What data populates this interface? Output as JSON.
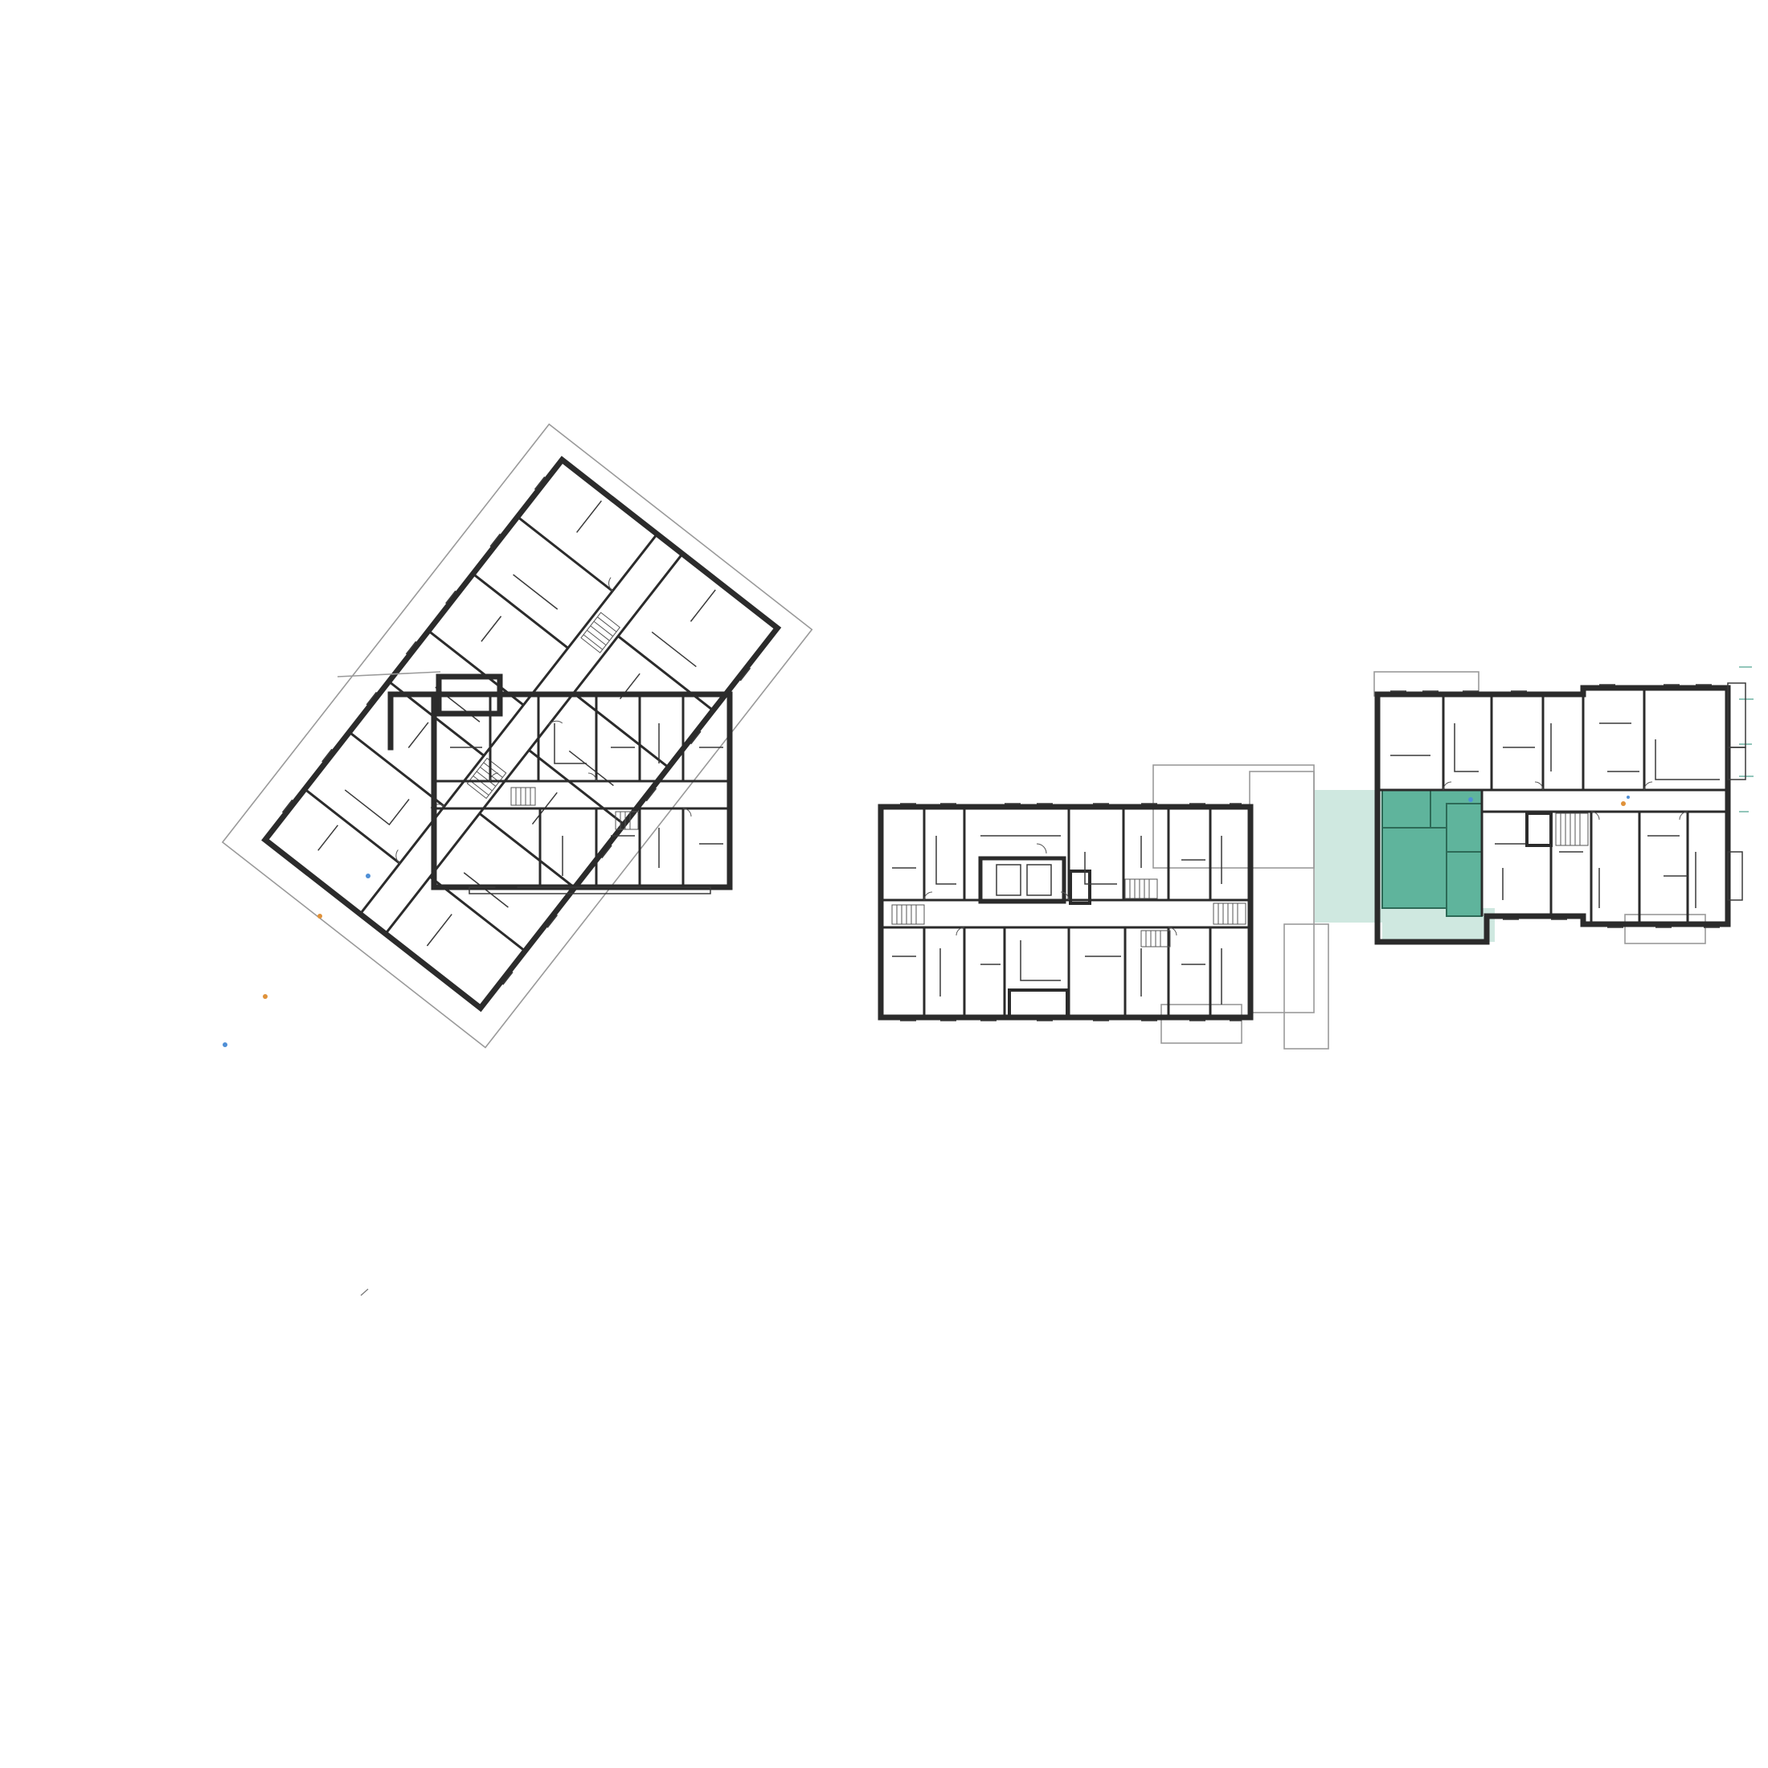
{
  "plan": {
    "buildings": [
      {
        "id": "west-wing"
      },
      {
        "id": "central-block"
      },
      {
        "id": "east-block"
      }
    ],
    "highlight": {
      "unit_fill": "#5fb49c",
      "terrace_fill": "#cfe8e0",
      "outline": "#2d6a57"
    },
    "colors": {
      "wall": "#2b2b2b",
      "outline": "#9a9a9a",
      "background": "#ffffff"
    }
  }
}
